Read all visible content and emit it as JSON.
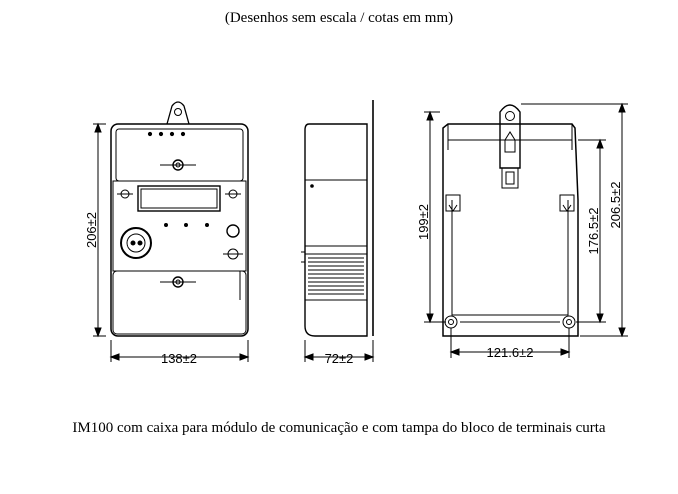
{
  "header": {
    "note": "(Desenhos sem escala / cotas em mm)"
  },
  "caption": {
    "text": "IM100 com caixa para módulo de comunicação e com tampa do bloco de terminais curta"
  },
  "dimensions": {
    "front_height": "206±2",
    "front_width": "138±2",
    "side_depth": "72±2",
    "back_height_inner": "199±2",
    "back_height_mid": "176.5±2",
    "back_height_total": "206.5±2",
    "back_width": "121.6±2"
  }
}
